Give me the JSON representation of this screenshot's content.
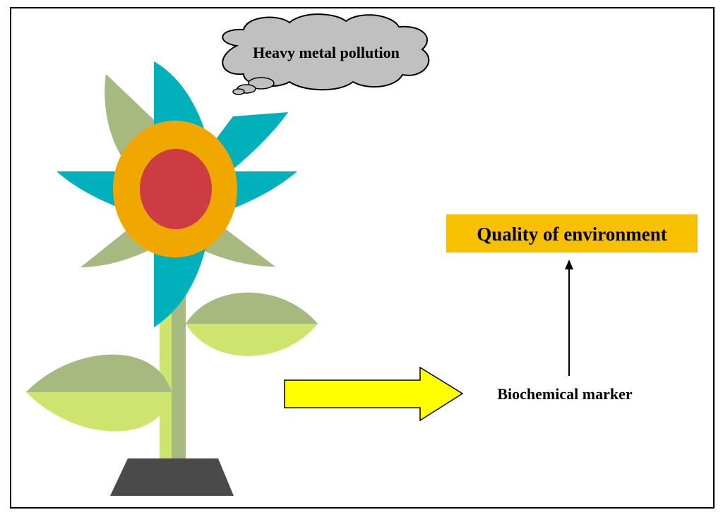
{
  "cloud": {
    "text": "Heavy metal pollution"
  },
  "quality_box": {
    "text": "Quality of environment"
  },
  "marker": {
    "text": "Biochemical marker"
  },
  "colors": {
    "border": "#000000",
    "petal_teal": "#00b0ba",
    "petal_olive": "#a6b97e",
    "flower_ring": "#f0a800",
    "flower_center": "#cc3c42",
    "leaf_light": "#cde46e",
    "leaf_dark": "#a6b97e",
    "stem_light": "#cde46e",
    "stem_dark": "#a6b97e",
    "pot": "#4a4a4a",
    "cloud_fill": "#c0c0c0",
    "quality_box_fill": "#f7c000",
    "block_arrow_fill": "#ffff00"
  }
}
